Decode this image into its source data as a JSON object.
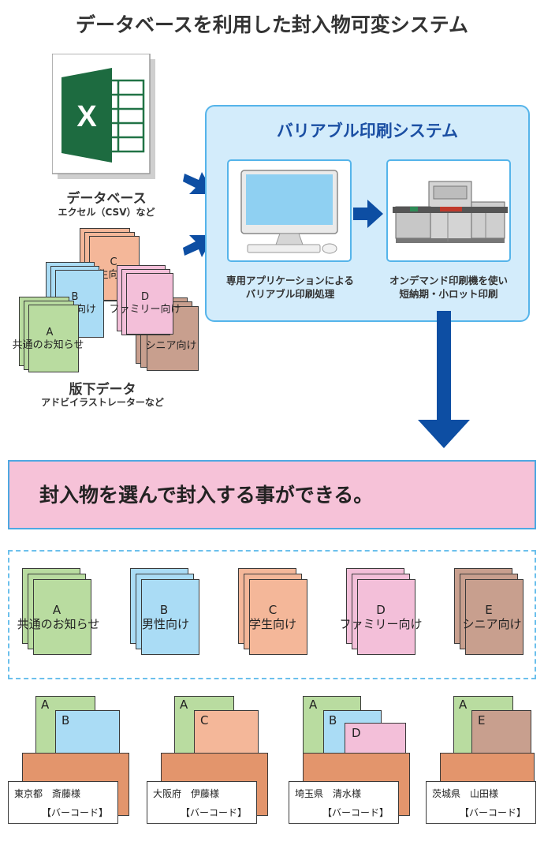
{
  "title": "データベースを利用した封入物可変システム",
  "database": {
    "label": "データベース",
    "sub": "エクセル（CSV）など"
  },
  "plates": {
    "label": "版下データ",
    "sub": "アドビイラストレーターなど",
    "stacks": [
      {
        "letter": "A",
        "text": "共通のお知らせ"
      },
      {
        "letter": "B",
        "text": "向け"
      },
      {
        "letter": "C",
        "text": "生向け"
      },
      {
        "letter": "D",
        "text": "ファミリー向け"
      },
      {
        "letter": "",
        "text": "シニア向け"
      }
    ]
  },
  "system": {
    "title": "バリアブル印刷システム",
    "app_caption": [
      "専用アプリケーションによる",
      "バリアブル印刷処理"
    ],
    "printer_caption": [
      "オンデマンド印刷機を使い",
      "短納期・小ロット印刷"
    ]
  },
  "banner": "封入物を選んで封入する事ができる。",
  "inserts": [
    {
      "letter": "A",
      "text": "共通のお知らせ",
      "color": "#b9dca0"
    },
    {
      "letter": "B",
      "text": "男性向け",
      "color": "#aadcf5"
    },
    {
      "letter": "C",
      "text": "学生向け",
      "color": "#f4b799"
    },
    {
      "letter": "D",
      "text": "ファミリー向け",
      "color": "#f3bfd9"
    },
    {
      "letter": "E",
      "text": "シニア向け",
      "color": "#c89f8e"
    }
  ],
  "envelopes": [
    {
      "address": "東京都　斎藤様",
      "barcode": "【バーコード】",
      "letters": [
        "A",
        "B"
      ]
    },
    {
      "address": "大阪府　伊藤様",
      "barcode": "【バーコード】",
      "letters": [
        "A",
        "C"
      ]
    },
    {
      "address": "埼玉県　清水様",
      "barcode": "【バーコード】",
      "letters": [
        "A",
        "B",
        "D"
      ]
    },
    {
      "address": "茨城県　山田様",
      "barcode": "【バーコード】",
      "letters": [
        "A",
        "E"
      ]
    }
  ],
  "colors": {
    "green": "#b9dca0",
    "blue": "#aadcf5",
    "orange": "#f4b799",
    "pink": "#f3bfd9",
    "brown": "#c89f8e",
    "arrow": "#0d4ea3",
    "system_bg": "#d3ecfb",
    "banner_bg": "#f6c2d8"
  },
  "icons": [
    "excel-icon",
    "monitor-icon",
    "printer-icon",
    "arrow-icon"
  ]
}
